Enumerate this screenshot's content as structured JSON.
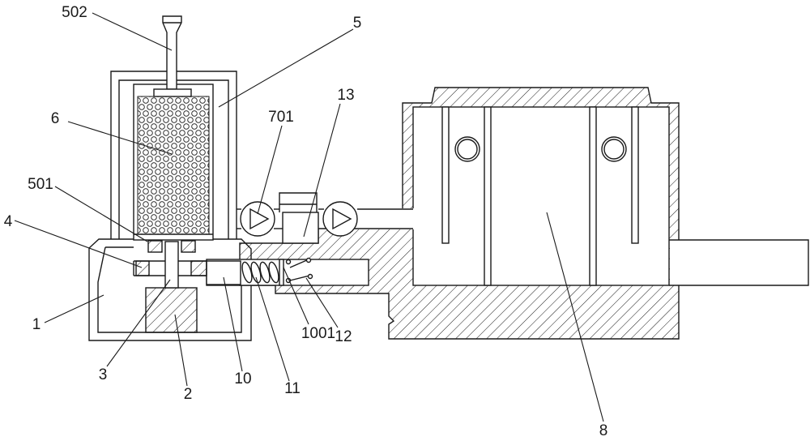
{
  "labels": {
    "l502": "502",
    "l5": "5",
    "l6": "6",
    "l701": "701",
    "l13": "13",
    "l501": "501",
    "l4": "4",
    "l1": "1",
    "l3": "3",
    "l2": "2",
    "l10": "10",
    "l11": "11",
    "l1001": "1001",
    "l12": "12",
    "l8": "8"
  }
}
